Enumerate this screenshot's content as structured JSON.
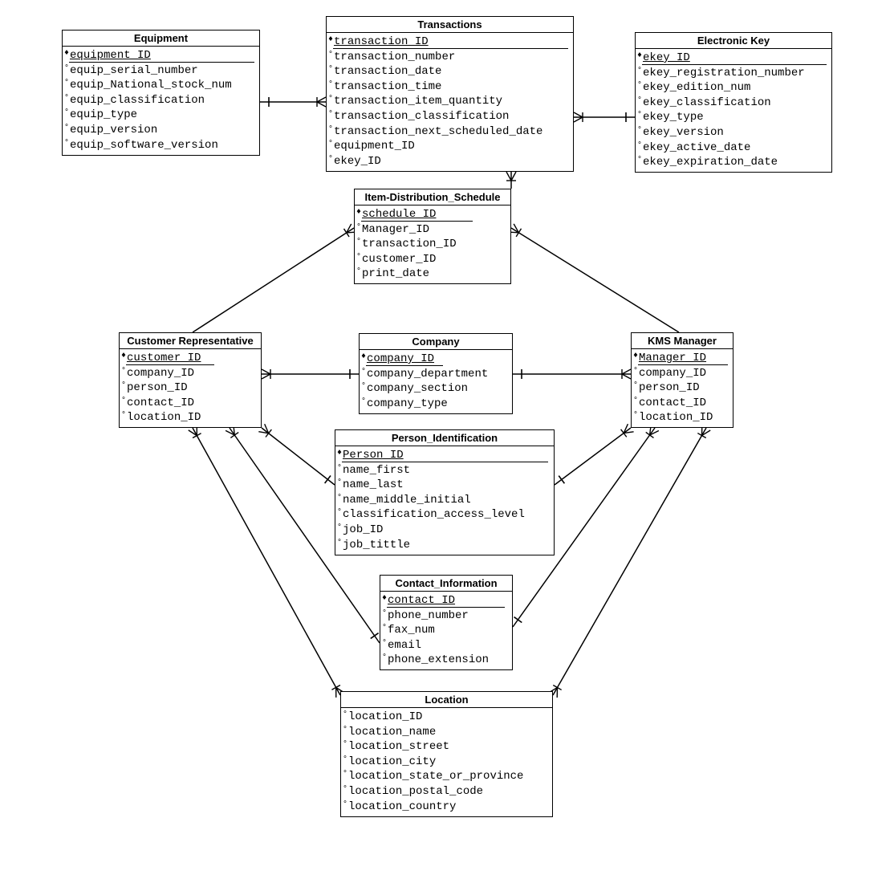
{
  "diagram": {
    "entities": [
      {
        "id": "equipment",
        "title": "Equipment",
        "attributes": [
          {
            "name": "equipment_ID",
            "key": true
          },
          {
            "name": "equip_serial_number"
          },
          {
            "name": "equip_National_stock_num"
          },
          {
            "name": "equip_classification"
          },
          {
            "name": "equip_type"
          },
          {
            "name": "equip_version"
          },
          {
            "name": "equip_software_version"
          }
        ]
      },
      {
        "id": "transactions",
        "title": "Transactions",
        "attributes": [
          {
            "name": "transaction_ID",
            "key": true
          },
          {
            "name": "transaction_number"
          },
          {
            "name": "transaction_date"
          },
          {
            "name": "transaction_time"
          },
          {
            "name": "transaction_item_quantity"
          },
          {
            "name": "transaction_classification"
          },
          {
            "name": "transaction_next_scheduled_date"
          },
          {
            "name": "equipment_ID"
          },
          {
            "name": "ekey_ID"
          }
        ]
      },
      {
        "id": "electronic-key",
        "title": "Electronic Key",
        "attributes": [
          {
            "name": "ekey_ID",
            "key": true
          },
          {
            "name": "ekey_registration_number"
          },
          {
            "name": "ekey_edition_num"
          },
          {
            "name": "ekey_classification"
          },
          {
            "name": "ekey_type"
          },
          {
            "name": "ekey_version"
          },
          {
            "name": "ekey_active_date"
          },
          {
            "name": "ekey_expiration_date"
          }
        ]
      },
      {
        "id": "item-distribution-schedule",
        "title": "Item-Distribution_Schedule",
        "attributes": [
          {
            "name": "schedule_ID",
            "key": true
          },
          {
            "name": "Manager_ID"
          },
          {
            "name": "transaction_ID"
          },
          {
            "name": "customer_ID"
          },
          {
            "name": "print_date"
          }
        ]
      },
      {
        "id": "customer-representative",
        "title": "Customer Representative",
        "attributes": [
          {
            "name": "customer_ID",
            "key": true
          },
          {
            "name": "company_ID"
          },
          {
            "name": "person_ID"
          },
          {
            "name": "contact_ID"
          },
          {
            "name": "location_ID"
          }
        ]
      },
      {
        "id": "company",
        "title": "Company",
        "attributes": [
          {
            "name": "company_ID",
            "key": true
          },
          {
            "name": "company_department"
          },
          {
            "name": "company_section"
          },
          {
            "name": "company_type"
          }
        ]
      },
      {
        "id": "kms-manager",
        "title": "KMS Manager",
        "attributes": [
          {
            "name": "Manager_ID",
            "key": true
          },
          {
            "name": "company_ID"
          },
          {
            "name": "person_ID"
          },
          {
            "name": "contact_ID"
          },
          {
            "name": "location_ID"
          }
        ]
      },
      {
        "id": "person-identification",
        "title": "Person_Identification",
        "attributes": [
          {
            "name": "Person_ID",
            "key": true
          },
          {
            "name": "name_first"
          },
          {
            "name": "name_last"
          },
          {
            "name": "name_middle_initial"
          },
          {
            "name": "classification_access_level"
          },
          {
            "name": "job_ID"
          },
          {
            "name": "job_tittle"
          }
        ]
      },
      {
        "id": "contact-information",
        "title": "Contact_Information",
        "attributes": [
          {
            "name": "contact_ID",
            "key": true
          },
          {
            "name": "phone_number"
          },
          {
            "name": "fax_num"
          },
          {
            "name": "email"
          },
          {
            "name": "phone_extension"
          }
        ]
      },
      {
        "id": "location",
        "title": "Location",
        "attributes": [
          {
            "name": "location_ID"
          },
          {
            "name": "location_name"
          },
          {
            "name": "location_street"
          },
          {
            "name": "location_city"
          },
          {
            "name": "location_state_or_province"
          },
          {
            "name": "location_postal_code"
          },
          {
            "name": "location_country"
          }
        ]
      }
    ],
    "relationships": [
      {
        "from": "equipment",
        "to": "transactions",
        "from_end": "one",
        "to_end": "many"
      },
      {
        "from": "transactions",
        "to": "electronic-key",
        "from_end": "many",
        "to_end": "one"
      },
      {
        "from": "item-distribution-schedule",
        "to": "transactions",
        "from_end": "none",
        "to_end": "many"
      },
      {
        "from": "customer-representative",
        "to": "item-distribution-schedule",
        "from_end": "none",
        "to_end": "many"
      },
      {
        "from": "kms-manager",
        "to": "item-distribution-schedule",
        "from_end": "none",
        "to_end": "many"
      },
      {
        "from": "customer-representative",
        "to": "company",
        "from_end": "many",
        "to_end": "one"
      },
      {
        "from": "kms-manager",
        "to": "company",
        "from_end": "many",
        "to_end": "one"
      },
      {
        "from": "customer-representative",
        "to": "person-identification",
        "from_end": "many",
        "to_end": "one"
      },
      {
        "from": "kms-manager",
        "to": "person-identification",
        "from_end": "many",
        "to_end": "one"
      },
      {
        "from": "customer-representative",
        "to": "contact-information",
        "from_end": "many",
        "to_end": "one"
      },
      {
        "from": "kms-manager",
        "to": "contact-information",
        "from_end": "many",
        "to_end": "one"
      },
      {
        "from": "customer-representative",
        "to": "location",
        "from_end": "many",
        "to_end": "many"
      },
      {
        "from": "kms-manager",
        "to": "location",
        "from_end": "many",
        "to_end": "many"
      }
    ]
  }
}
